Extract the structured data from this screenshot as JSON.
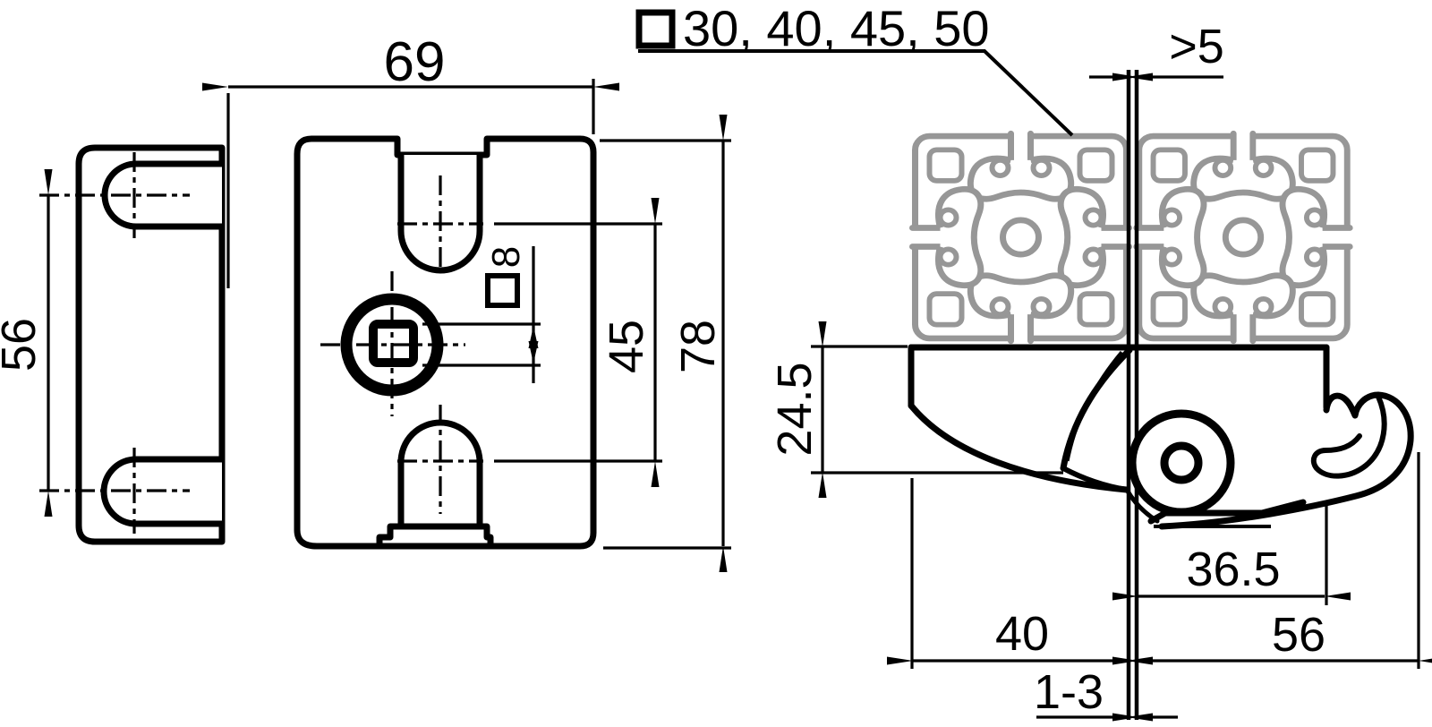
{
  "front_view": {
    "width_mm": "69",
    "slot_spacing_mm": "56",
    "pocket_spacing_mm": "45",
    "height_mm": "78",
    "square_hole_mm": "8"
  },
  "profiles": {
    "note_sizes": "30, 40, 45, 50",
    "gap_min": ">5"
  },
  "side_view": {
    "jaw_depth_mm": "24.5",
    "roller_offset_mm": "36.5",
    "body_left_mm": "40",
    "body_right_mm": "56",
    "panel_gap_mm": "1-3"
  },
  "colors": {
    "line": "#000000",
    "profile": "#979797",
    "background": "#ffffff"
  }
}
